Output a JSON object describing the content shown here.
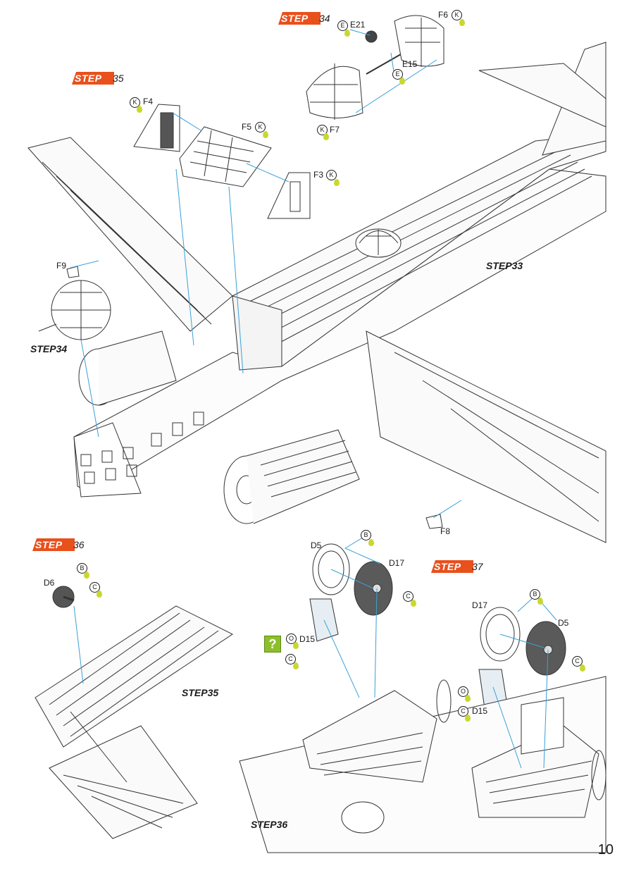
{
  "steps": {
    "step34_banner": {
      "word": "STEP",
      "num": "34"
    },
    "step35_banner": {
      "word": "STEP",
      "num": "35"
    },
    "step36_banner": {
      "word": "STEP",
      "num": "36"
    },
    "step37_banner": {
      "word": "STEP",
      "num": "37"
    },
    "step33_title": "STEP33",
    "step34_title": "STEP34",
    "step35_title": "STEP35",
    "step36_title": "STEP36"
  },
  "parts": {
    "E21": "E21",
    "E15": "E15",
    "F6": "F6",
    "F7": "F7",
    "F4": "F4",
    "F5": "F5",
    "F3": "F3",
    "F9": "F9",
    "F8": "F8",
    "D6": "D6",
    "D5_a": "D5",
    "D17_a": "D17",
    "D15_a": "D15",
    "D17_b": "D17",
    "D5_b": "D5",
    "D15_b": "D15"
  },
  "color_codes": {
    "E": "E",
    "K": "K",
    "B": "B",
    "C": "C",
    "O": "O"
  },
  "help_symbol": "?",
  "page_number": "10",
  "colors": {
    "step_banner": "#e8501c",
    "paint_drop": "#c9d830",
    "help_box": "#8dbf2c",
    "leader_line": "#3aa0d8",
    "line_art": "#333333"
  }
}
